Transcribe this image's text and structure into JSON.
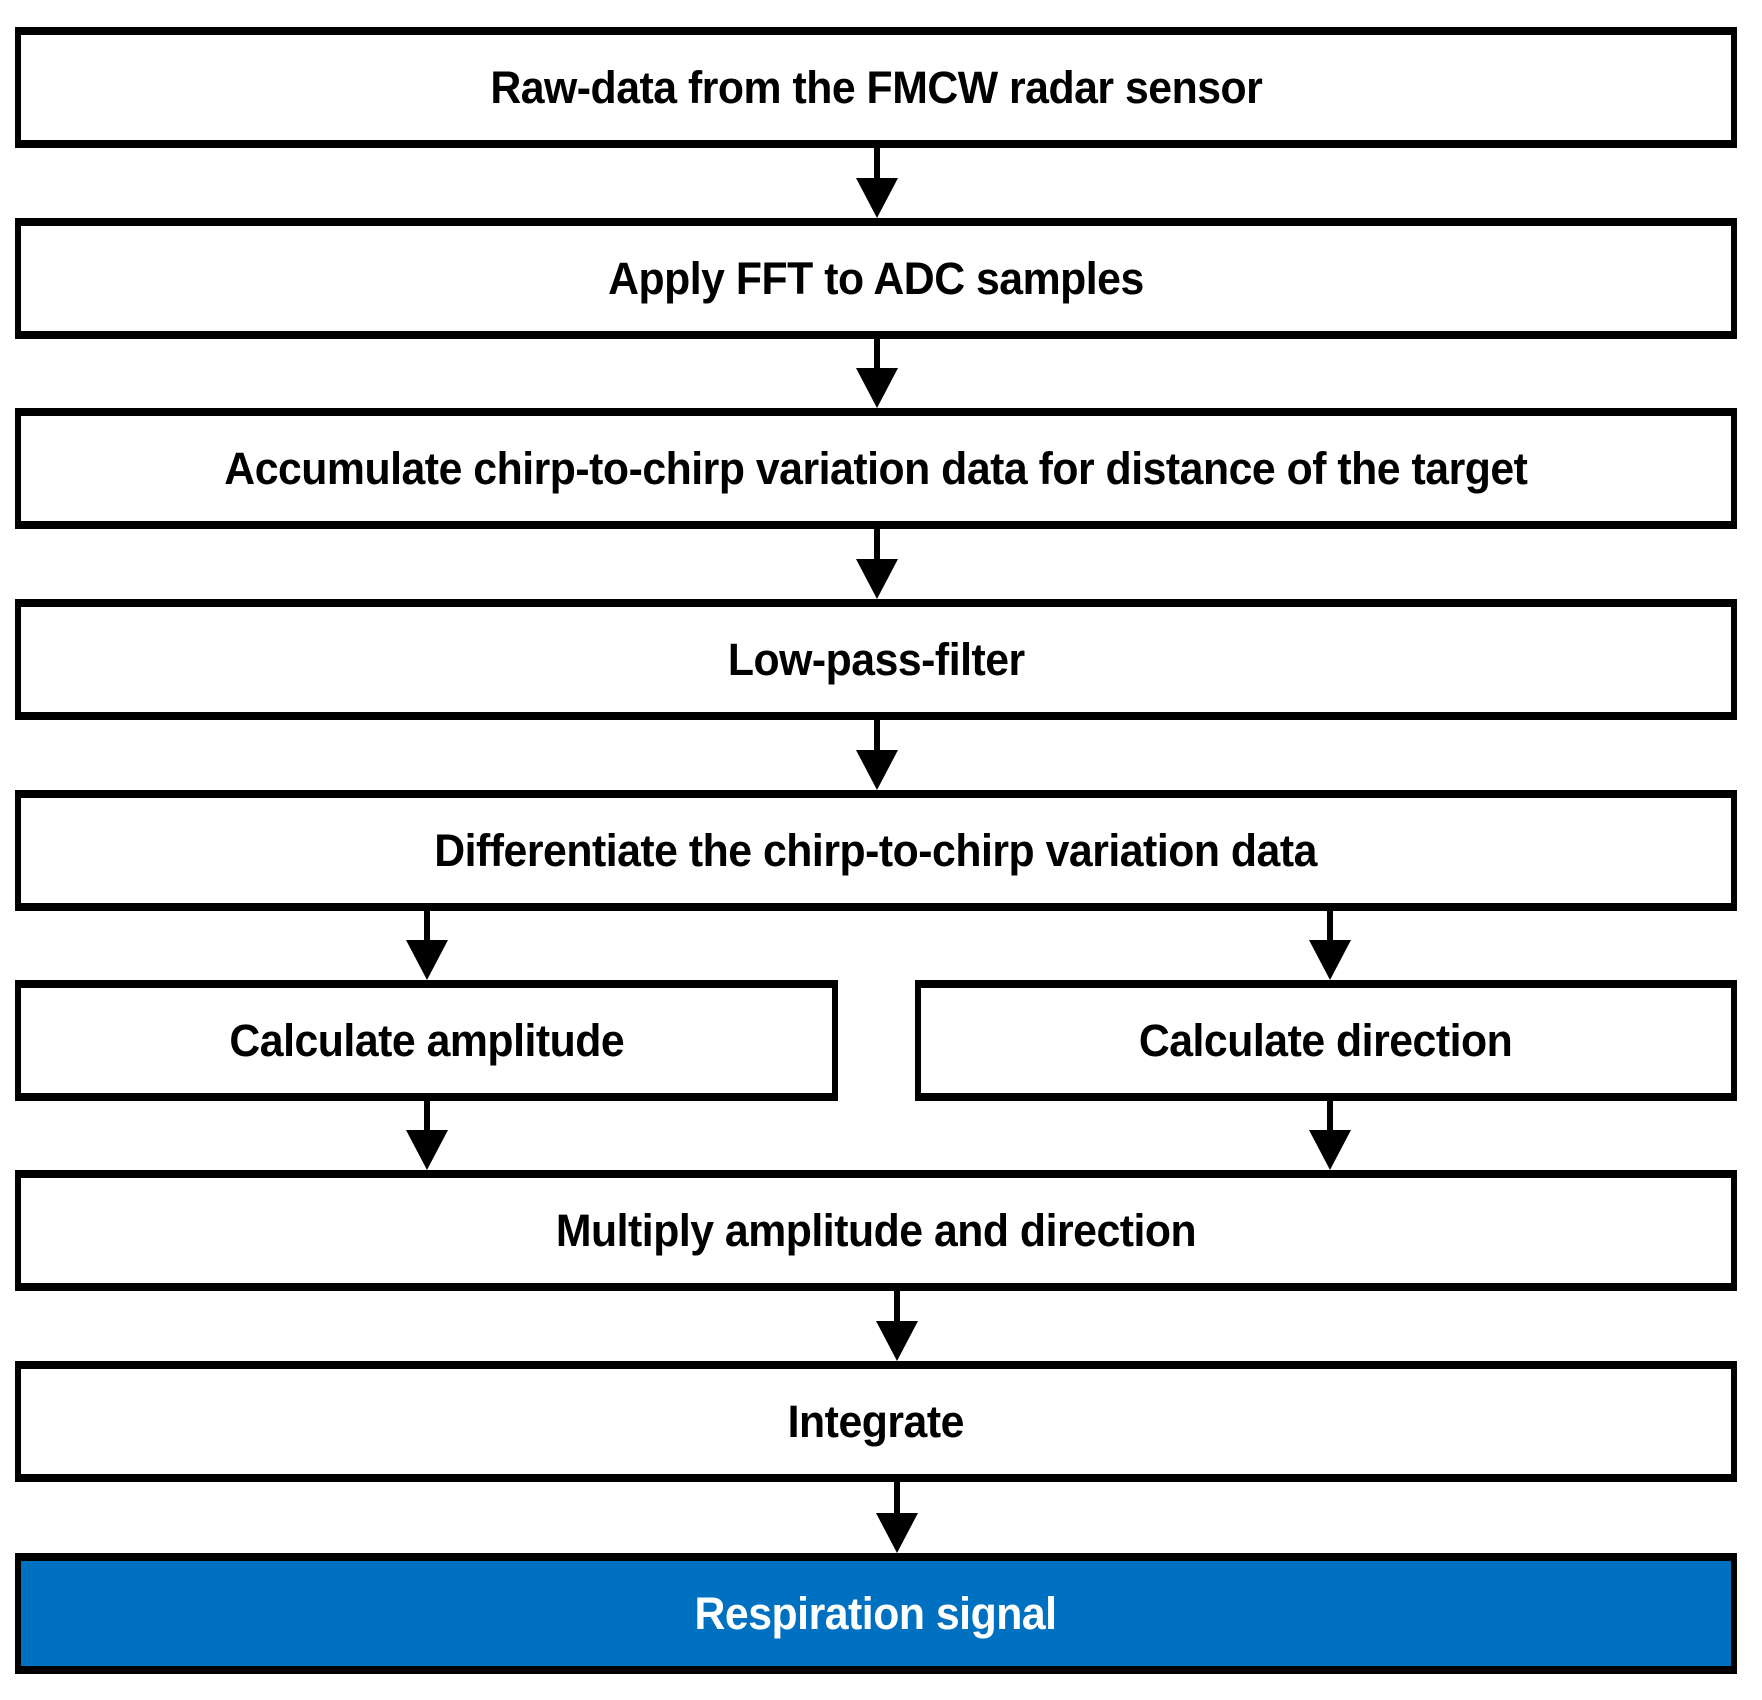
{
  "diagram": {
    "type": "flowchart",
    "colors": {
      "box_background": "#ffffff",
      "box_border": "#000000",
      "text": "#000000",
      "arrow": "#000000",
      "highlight_background": "#0070C0",
      "highlight_text": "#ffffff"
    },
    "nodes": [
      {
        "id": "raw-data",
        "label": "Raw-data from the FMCW radar sensor"
      },
      {
        "id": "fft",
        "label": "Apply FFT to ADC samples"
      },
      {
        "id": "accumulate",
        "label": "Accumulate chirp-to-chirp variation data for distance of the target"
      },
      {
        "id": "lpf",
        "label": "Low-pass-filter"
      },
      {
        "id": "differentiate",
        "label": "Differentiate the chirp-to-chirp variation data"
      },
      {
        "id": "calc-amplitude",
        "label": "Calculate amplitude"
      },
      {
        "id": "calc-direction",
        "label": "Calculate direction"
      },
      {
        "id": "multiply",
        "label": "Multiply amplitude and direction"
      },
      {
        "id": "integrate",
        "label": "Integrate"
      },
      {
        "id": "respiration",
        "label": "Respiration signal",
        "highlight": true
      }
    ],
    "edges": [
      {
        "from": "raw-data",
        "to": "fft"
      },
      {
        "from": "fft",
        "to": "accumulate"
      },
      {
        "from": "accumulate",
        "to": "lpf"
      },
      {
        "from": "lpf",
        "to": "differentiate"
      },
      {
        "from": "differentiate",
        "to": "calc-amplitude"
      },
      {
        "from": "differentiate",
        "to": "calc-direction"
      },
      {
        "from": "calc-amplitude",
        "to": "multiply"
      },
      {
        "from": "calc-direction",
        "to": "multiply"
      },
      {
        "from": "multiply",
        "to": "integrate"
      },
      {
        "from": "integrate",
        "to": "respiration"
      }
    ]
  }
}
